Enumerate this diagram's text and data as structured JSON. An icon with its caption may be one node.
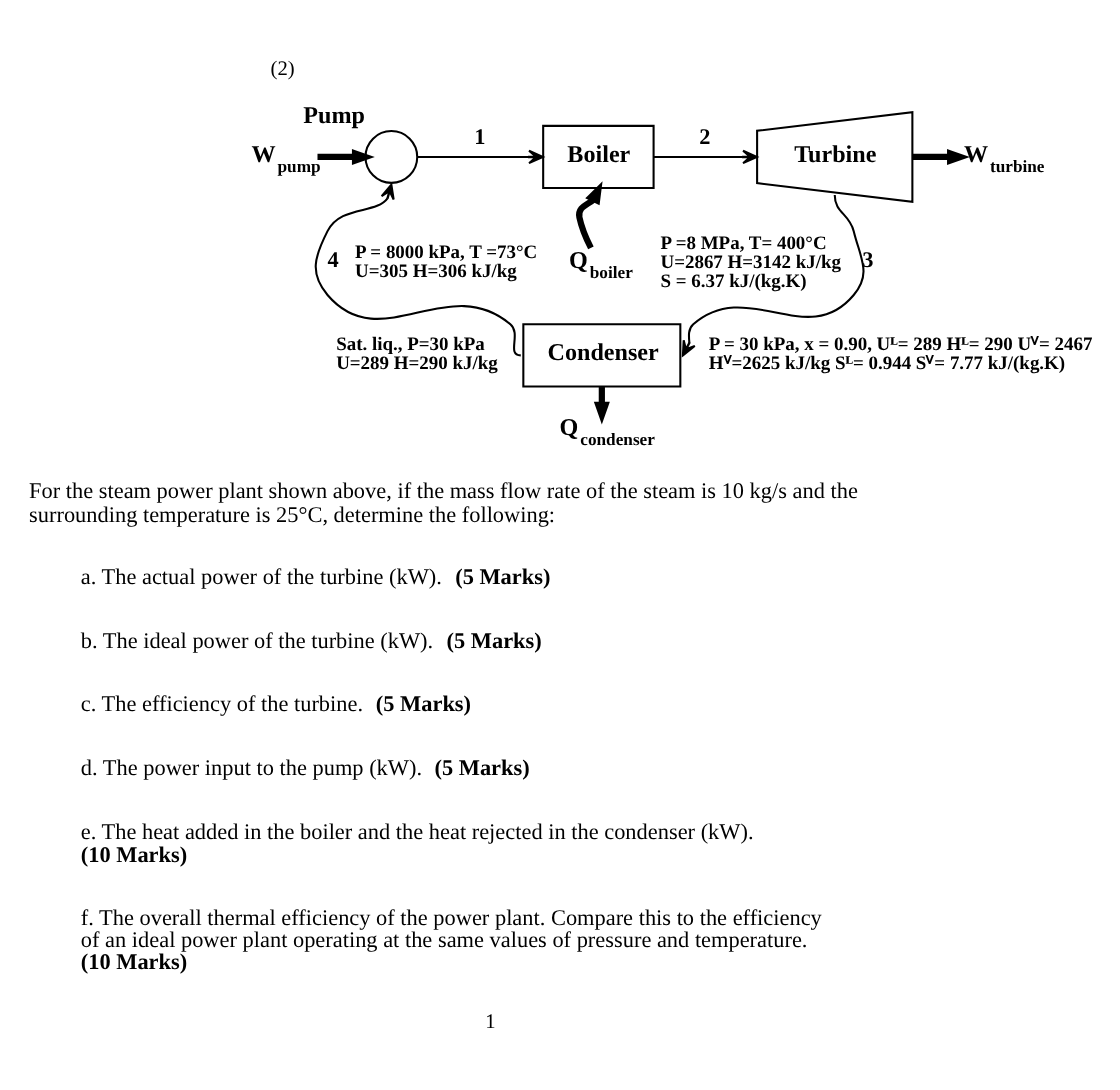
{
  "diagram": {
    "nodes": [
      {
        "text": [
          "Boiler"
        ]
      },
      {
        "text": [
          "W$_{pump}$"
        ]
      },
      {
        "text": [
          "Pump"
        ]
      },
      {
        "text": [
          "Q$_{boiler}$"
        ]
      },
      {
        "text": [
          "Turbine"
        ]
      },
      {
        "text": [
          "W$_{turbine}$"
        ]
      },
      {
        "text": [
          "Condenser"
        ]
      },
      {
        "text": [
          "Q$_{condenser}$"
        ]
      }
    ],
    "edges": [
      {
        "from": 2,
        "to": 0,
        "arrow": "to",
        "label": "1"
      },
      {
        "from": 0,
        "to": 4,
        "arrow": "to",
        "label": "2"
      },
      {
        "from": 4,
        "to": 6,
        "arrow": "to",
        "label": "3"
      },
      {
        "from": 6,
        "to": 2,
        "arrow": "to",
        "label": "4"
      },
      {
        "from": 1,
        "to": 2,
        "arrow": "to",
        "style": "thick"
      },
      {
        "from": 3,
        "to": 0,
        "arrow": "to",
        "style": "thick"
      },
      {
        "from": 4,
        "to": 5,
        "arrow": "to",
        "style": "thick"
      },
      {
        "from": 6,
        "to": 7,
        "arrow": "to",
        "style": "thick"
      }
    ],
    "labels": [
      "(2)",
      "P = 8000 kPa, T =73°C U=305 H=306 kJ/kg",
      "P =8 MPa, T= 400°C U=2867 H=3142 kJ/kg S = 6.37 kJ/(kg.K)",
      "Sat. liq., P=30 kPa U=289 H=290 kJ/kg",
      "P = 30 kPa, x = 0.90, Uᴸ= 289 Hᴸ= 290 Uⱽ= 2467 Hⱽ=2625 kJ/kg Sᴸ= 0.944 Sⱽ= 7.77 kJ/(kg.K)",
      "For the steam power plant shown above, if the mass flow rate of the steam is 10 kg/s and the surrounding temperature is 25°C, determine the following:",
      "a. The actual power of the turbine (kW). **(5 Marks)**",
      "b. The ideal power of the turbine (kW). **(5 Marks)**",
      "c. The efficiency of the turbine. **(5 Marks)**",
      "d. The power input to the pump (kW). **(5 Marks)**",
      "e. The heat added in the boiler and the heat rejected in the condenser (kW). **(10 Marks)**",
      "f. The overall thermal efficiency of the power plant. Compare this to the efficiency of an ideal power plant operating at the same values of pressure and temperature. **(10 Marks)**",
      "1"
    ]
  }
}
